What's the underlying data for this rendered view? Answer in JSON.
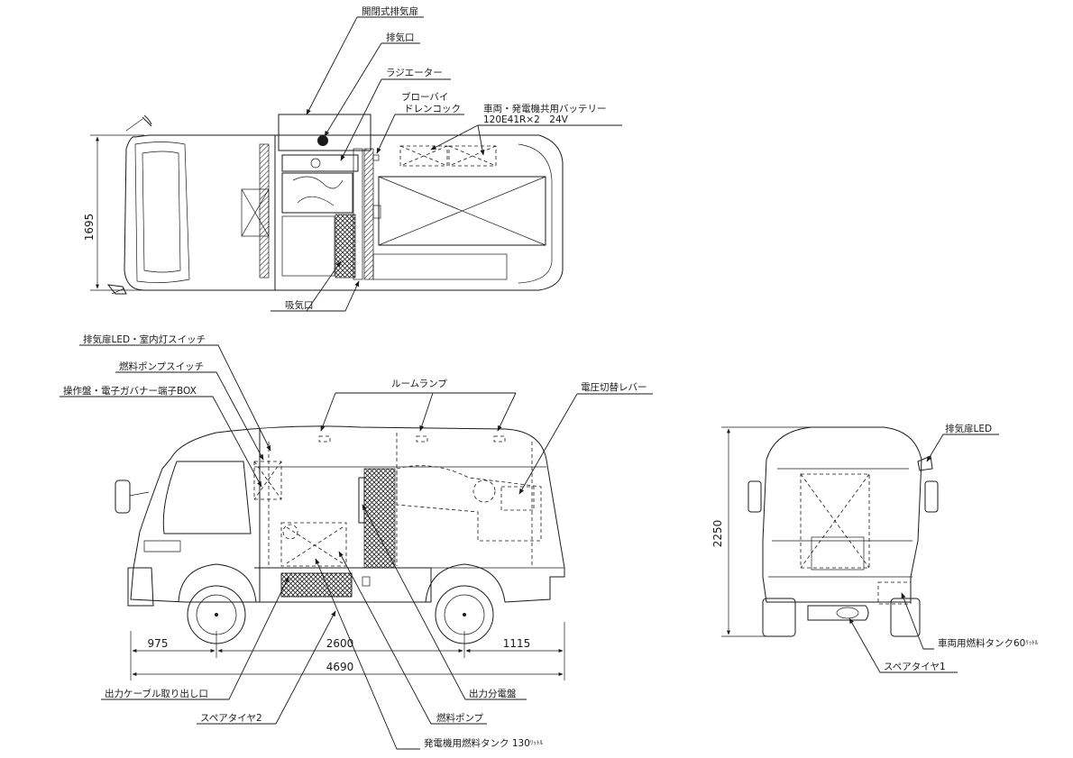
{
  "labels": {
    "exhaust_door": "開閉式排気扉",
    "exhaust_port": "排気口",
    "radiator": "ラジエーター",
    "blowby_1": "ブローバイ",
    "blowby_2": "ドレンコック",
    "battery_1": "車両・発電機共用バッテリー",
    "battery_2": "120E41R×2　24V",
    "intake_port": "吸気口",
    "exhaust_led_switch": "排気扉LED・室内灯スイッチ",
    "fuel_pump_switch": "燃料ポンプスイッチ",
    "control_panel_box": "操作盤・電子ガバナー端子BOX",
    "room_lamp": "ルームランプ",
    "voltage_lever": "電圧切替レバー",
    "output_cable": "出力ケーブル取り出し口",
    "spare_tire_2": "スペアタイヤ2",
    "output_panel": "出力分電盤",
    "fuel_pump": "燃料ポンプ",
    "gen_fuel_tank": "発電機用燃料タンク 130",
    "gen_fuel_tank_unit": "ﾘｯﾄﾙ",
    "exhaust_led": "排気扉LED",
    "vehicle_fuel_tank": "車両用燃料タンク60",
    "vehicle_fuel_tank_unit": "ﾘｯﾄﾙ",
    "spare_tire_1": "スペアタイヤ1"
  },
  "dimensions": {
    "top_width": "1695",
    "front_overhang": "975",
    "wheelbase": "2600",
    "rear_overhang": "1115",
    "total_length": "4690",
    "rear_height": "2250"
  }
}
